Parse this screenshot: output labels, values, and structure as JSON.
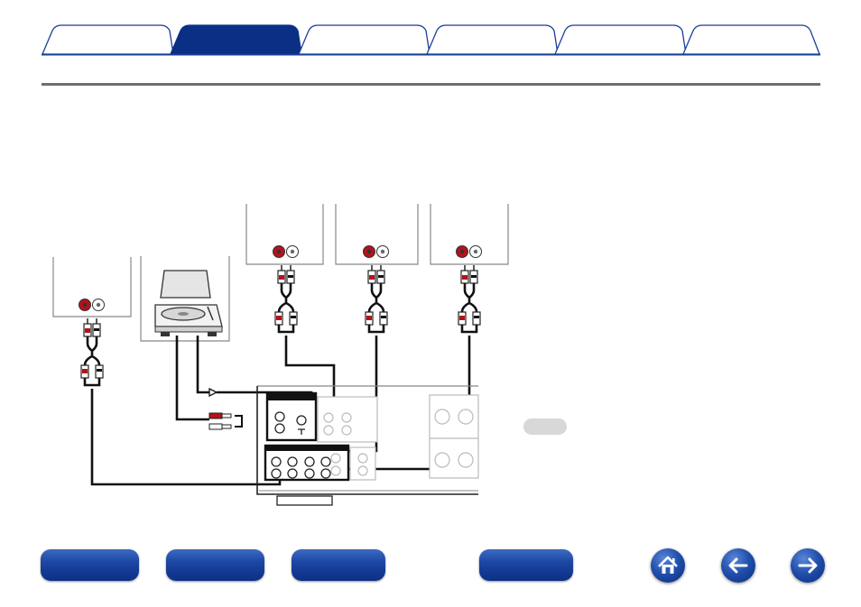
{
  "tabs": [
    {
      "label": "",
      "active": false
    },
    {
      "label": "",
      "active": true
    },
    {
      "label": "",
      "active": false
    },
    {
      "label": "",
      "active": false
    },
    {
      "label": "",
      "active": false
    },
    {
      "label": "",
      "active": false
    }
  ],
  "footer": {
    "buttons": [
      {
        "label": ""
      },
      {
        "label": ""
      },
      {
        "label": ""
      },
      {
        "label": ""
      }
    ],
    "home_icon": "home-icon",
    "back_icon": "arrow-left-icon",
    "forward_icon": "arrow-right-icon"
  },
  "colors": {
    "tab_active": "#0b2f85",
    "tab_border": "#1a3f99",
    "button_blue": "#1d47a3",
    "rca_red": "#b5121b",
    "cable": "#111111",
    "rule": "#6e6e6e"
  },
  "diagram": {
    "devices": [
      "audio-device-top-1",
      "audio-device-top-2",
      "audio-device-top-3",
      "audio-device-left",
      "turntable"
    ],
    "unit": "amplifier-rear-panel"
  }
}
